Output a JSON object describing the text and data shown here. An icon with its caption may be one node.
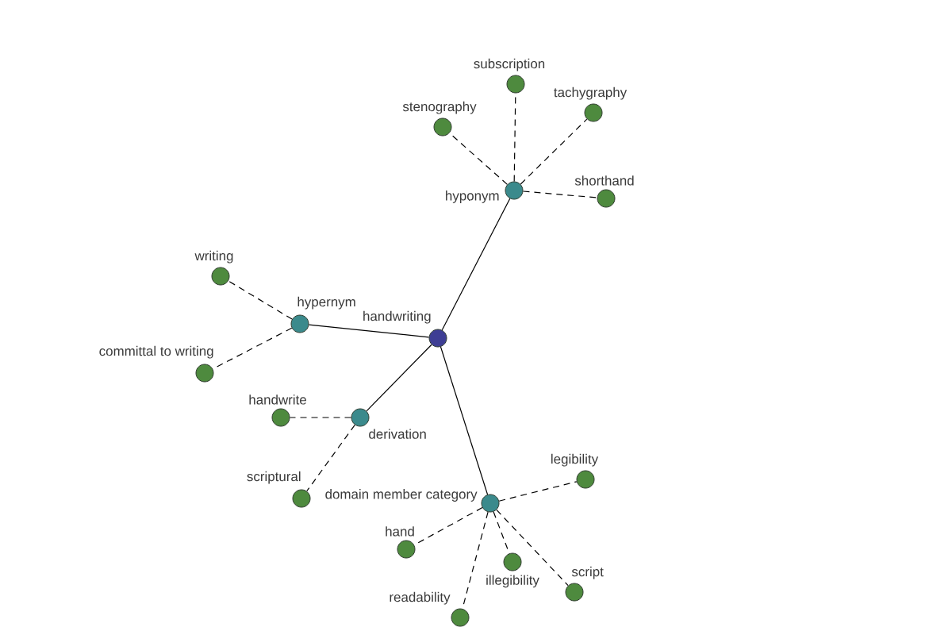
{
  "diagram": {
    "nodes": [
      {
        "text": [
          "subscription"
        ]
      },
      {
        "text": [
          "tachygraphy"
        ]
      },
      {
        "text": [
          "stenography"
        ]
      },
      {
        "text": [
          "hyponym"
        ]
      },
      {
        "text": [
          "shorthand"
        ]
      },
      {
        "text": [
          "writing"
        ]
      },
      {
        "text": [
          "hypernym"
        ]
      },
      {
        "text": [
          "handwriting"
        ]
      },
      {
        "text": [
          "committal to writing"
        ]
      },
      {
        "text": [
          "handwrite"
        ]
      },
      {
        "text": [
          "derivation"
        ]
      },
      {
        "text": [
          "legibility"
        ]
      },
      {
        "text": [
          "scriptural"
        ]
      },
      {
        "text": [
          "domain member category"
        ]
      },
      {
        "text": [
          "hand"
        ]
      },
      {
        "text": [
          "illegibility"
        ]
      },
      {
        "text": [
          "script"
        ]
      },
      {
        "text": [
          "readability"
        ]
      }
    ],
    "edges": [
      {
        "from": 7,
        "to": 3,
        "arrow": "none"
      },
      {
        "from": 7,
        "to": 6,
        "arrow": "none"
      },
      {
        "from": 7,
        "to": 10,
        "arrow": "none"
      },
      {
        "from": 7,
        "to": 13,
        "arrow": "none"
      },
      {
        "from": 3,
        "to": 0,
        "arrow": "none",
        "style": "dashed"
      },
      {
        "from": 3,
        "to": 1,
        "arrow": "none",
        "style": "dashed"
      },
      {
        "from": 3,
        "to": 2,
        "arrow": "none",
        "style": "dashed"
      },
      {
        "from": 3,
        "to": 4,
        "arrow": "none",
        "style": "dashed"
      },
      {
        "from": 6,
        "to": 5,
        "arrow": "none",
        "style": "dashed"
      },
      {
        "from": 6,
        "to": 8,
        "arrow": "none",
        "style": "dashed"
      },
      {
        "from": 10,
        "to": 9,
        "arrow": "none",
        "style": "dashed"
      },
      {
        "from": 10,
        "to": 12,
        "arrow": "none",
        "style": "dashed"
      },
      {
        "from": 13,
        "to": 11,
        "arrow": "none",
        "style": "dashed"
      },
      {
        "from": 13,
        "to": 14,
        "arrow": "none",
        "style": "dashed"
      },
      {
        "from": 13,
        "to": 15,
        "arrow": "none",
        "style": "dashed"
      },
      {
        "from": 13,
        "to": 16,
        "arrow": "none",
        "style": "dashed"
      },
      {
        "from": 13,
        "to": 17,
        "arrow": "none",
        "style": "dashed"
      }
    ]
  }
}
